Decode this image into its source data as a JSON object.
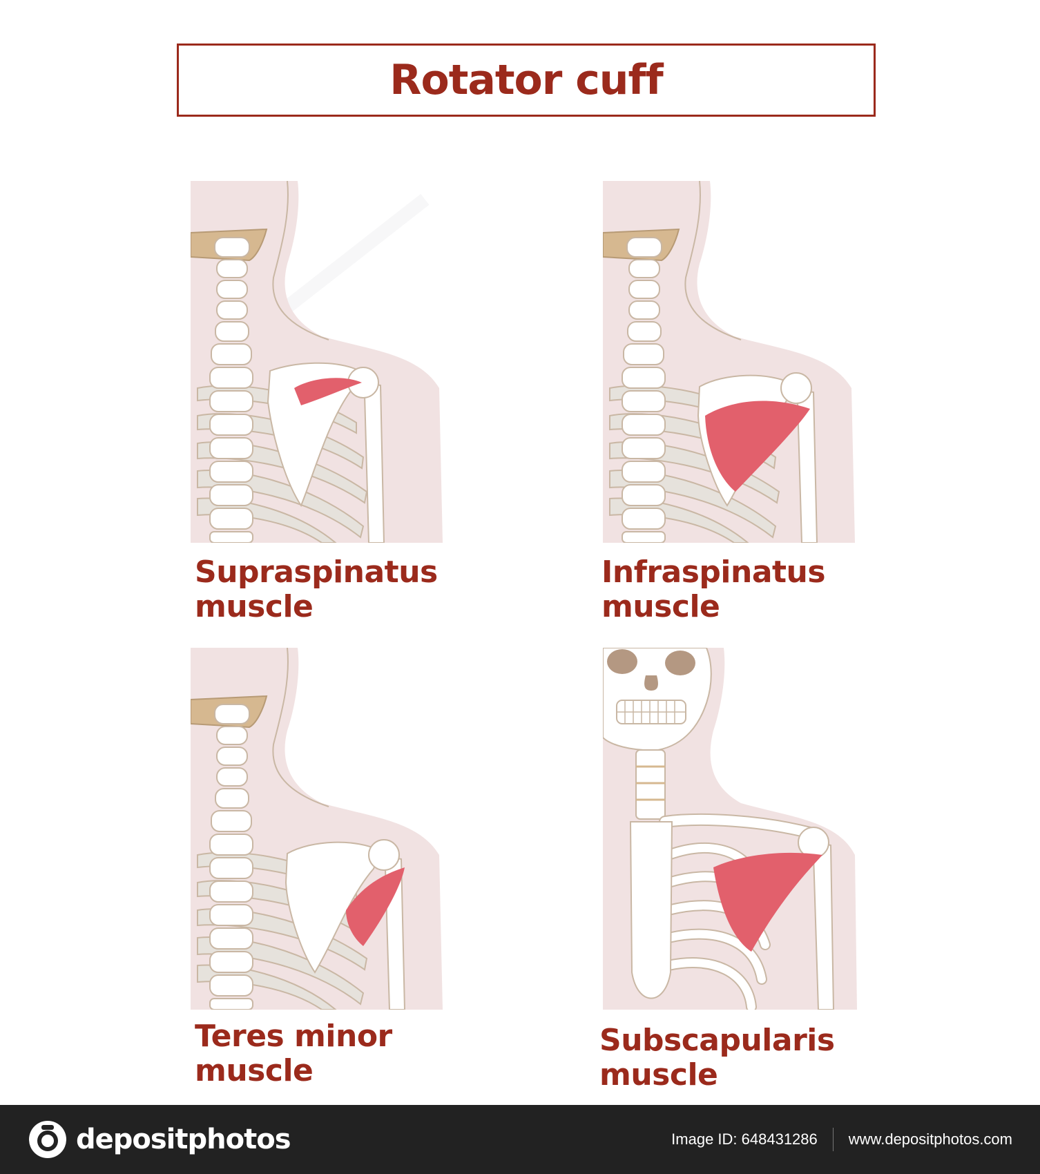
{
  "title": "Rotator cuff",
  "panels": [
    {
      "line1": "Supraspinatus",
      "line2": "muscle"
    },
    {
      "line1": "Infraspinatus",
      "line2": "muscle"
    },
    {
      "line1": "Teres minor",
      "line2": "muscle"
    },
    {
      "line1": "Subscapularis",
      "line2": "muscle"
    }
  ],
  "footer": {
    "brand": "depositphotos",
    "image_id": "Image ID: 648431286",
    "website": "www.depositphotos.com"
  },
  "colors": {
    "accent": "#9b2a1c",
    "muscle": "#e2606c",
    "skin": "#f1e2e2",
    "bone_outline": "#c9b7a4",
    "footer_bg": "#222222"
  }
}
